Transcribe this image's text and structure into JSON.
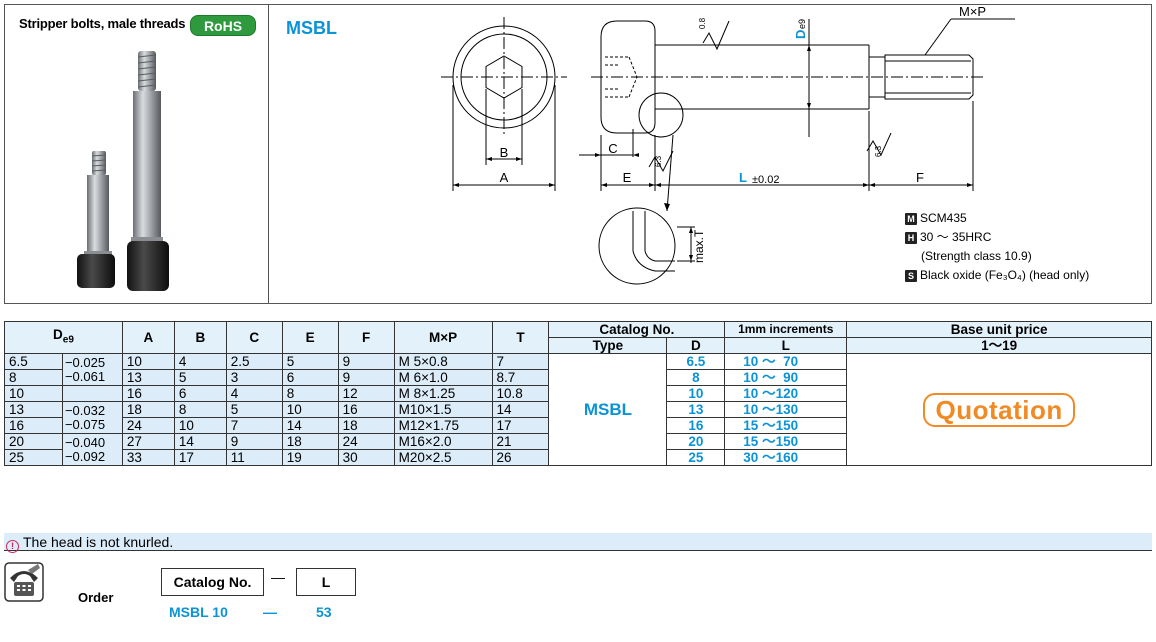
{
  "header": {
    "category_title": "Stripper bolts, male threads",
    "rohs_badge": "RoHS",
    "model_code": "MSBL"
  },
  "drawing": {
    "label_A": "A",
    "label_B": "B",
    "label_C": "C",
    "label_E": "E",
    "label_F": "F",
    "label_L": "L",
    "label_L_tol": "±0.02",
    "label_D": "D",
    "label_D_sub": "e9",
    "label_MxP": "M×P",
    "roughness_08": "0.8",
    "roughness_63_a": "6.3",
    "roughness_63_b": "6.3",
    "label_maxT": "max.T"
  },
  "specs": {
    "material_icon": "M",
    "material": "SCM435",
    "hardness_icon": "H",
    "hardness": "30 ～ 35HRC",
    "strength_note": "(Strength class 10.9)",
    "surface_icon": "S",
    "surface": "Black oxide (Fe₃O₄) (head only)"
  },
  "table": {
    "headers": {
      "D": "De9",
      "A": "A",
      "B": "B",
      "C": "C",
      "E": "E",
      "F": "F",
      "MxP": "M×P",
      "T": "T",
      "catalog_no": "Catalog No.",
      "type": "Type",
      "d": "D",
      "increments": "1mm increments",
      "l": "L",
      "price": "Base unit price",
      "qty": "1～19"
    },
    "rows": [
      {
        "D": "6.5",
        "A": "10",
        "B": "4",
        "C": "2.5",
        "E": "5",
        "F": "9",
        "MxP": "M 5×0.8",
        "T": "7",
        "d": "6.5",
        "L": "10 ～  70"
      },
      {
        "D": "8",
        "A": "13",
        "B": "5",
        "C": "3",
        "E": "6",
        "F": "9",
        "MxP": "M 6×1.0",
        "T": "8.7",
        "d": "8",
        "L": "10 ～  90"
      },
      {
        "D": "10",
        "A": "16",
        "B": "6",
        "C": "4",
        "E": "8",
        "F": "12",
        "MxP": "M 8×1.25",
        "T": "10.8",
        "d": "10",
        "L": "10 ～120"
      },
      {
        "D": "13",
        "A": "18",
        "B": "8",
        "C": "5",
        "E": "10",
        "F": "16",
        "MxP": "M10×1.5",
        "T": "14",
        "d": "13",
        "L": "10 ～130"
      },
      {
        "D": "16",
        "A": "24",
        "B": "10",
        "C": "7",
        "E": "14",
        "F": "18",
        "MxP": "M12×1.75",
        "T": "17",
        "d": "16",
        "L": "15 ～150"
      },
      {
        "D": "20",
        "A": "27",
        "B": "14",
        "C": "9",
        "E": "18",
        "F": "24",
        "MxP": "M16×2.0",
        "T": "21",
        "d": "20",
        "L": "15 ～150"
      },
      {
        "D": "25",
        "A": "33",
        "B": "17",
        "C": "11",
        "E": "19",
        "F": "30",
        "MxP": "M20×2.5",
        "T": "26",
        "d": "25",
        "L": "30 ～160"
      }
    ],
    "tolerances": [
      {
        "upper": "−0.025",
        "lower": "−0.061"
      },
      {
        "upper": "−0.032",
        "lower": "−0.075"
      },
      {
        "upper": "−0.040",
        "lower": "−0.092"
      }
    ],
    "type_value": "MSBL",
    "price_value": "Quotation"
  },
  "note": {
    "icon": "!",
    "text": "The head is not knurled."
  },
  "order": {
    "label": "Order",
    "catalog_label": "Catalog No.",
    "dash": "—",
    "l_label": "L",
    "example_catalog": "MSBL 10",
    "example_dash": "—",
    "example_l": "53"
  }
}
